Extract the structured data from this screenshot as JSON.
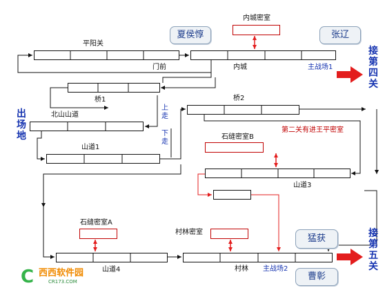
{
  "nodes": {
    "pingyangguan": "平阳关",
    "mengqian": "门前",
    "neicheng_mishi": "内城密室",
    "neicheng": "内城",
    "zhuzhanchang1": "主战场1",
    "qiao1": "桥1",
    "beishan_shandao": "北山山道",
    "shang": "上走",
    "xia": "下走",
    "shandao1": "山道1",
    "qiao2": "桥2",
    "note_secret": "第二关有进王平密室",
    "shifeng_b": "石缝密室B",
    "shandao3": "山道3",
    "shifeng_a": "石缝密室A",
    "shandao4": "山道4",
    "cunlin_mishi": "村林密室",
    "cunlin": "村林",
    "zhuzhanchang2": "主战场2"
  },
  "side": {
    "start": "出场地",
    "next4": "接第四关",
    "next5": "接第五关"
  },
  "bubbles": {
    "xiahou": "夏侯惇",
    "zhangliao": "张辽",
    "menghuo": "猛获",
    "caozhang": "曹彰"
  },
  "watermark": {
    "brand_mark": "C",
    "brand_text": "西西软件园",
    "brand_url": "CR173.COM"
  },
  "colors": {
    "blue_text": "#1533b0",
    "red_text": "#c00000",
    "arrow": "#e31d1d",
    "line": "#111111",
    "red_line": "#e31d1d",
    "logo_green": "#35b34a",
    "logo_orange": "#f08a00"
  },
  "icons": {
    "next_arrow": "right-arrow-icon",
    "link": "double-arrow-icon",
    "flow": "arrowhead-icon"
  }
}
